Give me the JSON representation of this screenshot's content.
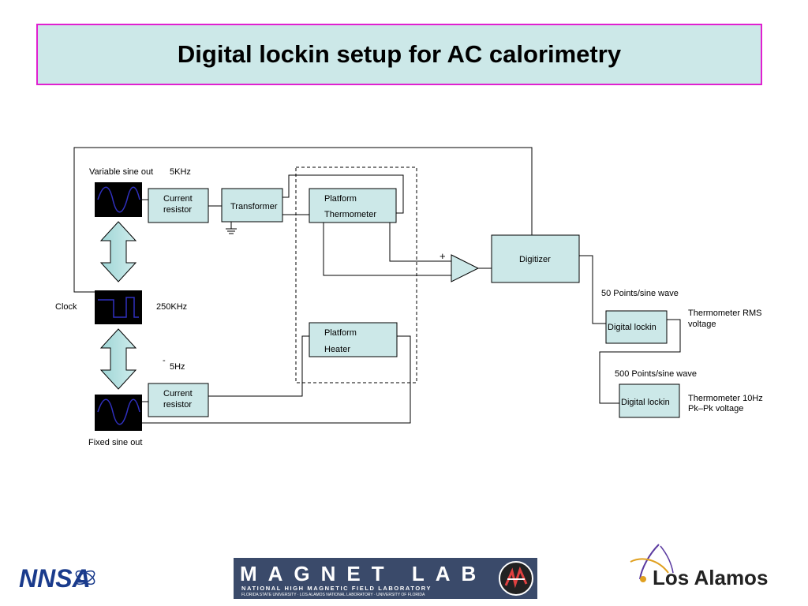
{
  "title": "Digital lockin setup for AC calorimetry",
  "labels": {
    "variable_sine_out": "Variable sine out",
    "freq_5khz": "5KHz",
    "clock": "Clock",
    "freq_250khz": "250KHz",
    "dash": "-",
    "freq_5hz": "5Hz",
    "fixed_sine_out": "Fixed sine out",
    "plus": "+",
    "points_50": "50 Points/sine wave",
    "points_500": "500 Points/sine wave",
    "thermo_rms_1": "Thermometer RMS",
    "thermo_rms_2": "voltage",
    "thermo_10hz_1": "Thermometer 10Hz",
    "thermo_10hz_2": "Pk–Pk voltage"
  },
  "blocks": {
    "current_resistor_top_1": "Current",
    "current_resistor_top_2": "resistor",
    "transformer": "Transformer",
    "platform_thermo_1": "Platform",
    "platform_thermo_2": "Thermometer",
    "digitizer": "Digitizer",
    "platform_heater_1": "Platform",
    "platform_heater_2": "Heater",
    "current_resistor_bot_1": "Current",
    "current_resistor_bot_2": "resistor",
    "lockin_1": "Digital lockin",
    "lockin_2": "Digital lockin"
  },
  "logos": {
    "nnsa": "NNSA",
    "magnet_lab_main": "MAGNET LAB",
    "magnet_lab_sub": "NATIONAL HIGH MAGNETIC FIELD LABORATORY",
    "magnet_lab_sub2": "FLORIDA STATE UNIVERSITY · LOS ALAMOS NATIONAL LABORATORY · UNIVERSITY OF FLORIDA",
    "los_alamos": "Los Alamos"
  },
  "colors": {
    "title_fill": "#cce8e8",
    "title_border": "#e020d0",
    "block_fill": "#cce8e8",
    "wave": "#3030c0"
  }
}
